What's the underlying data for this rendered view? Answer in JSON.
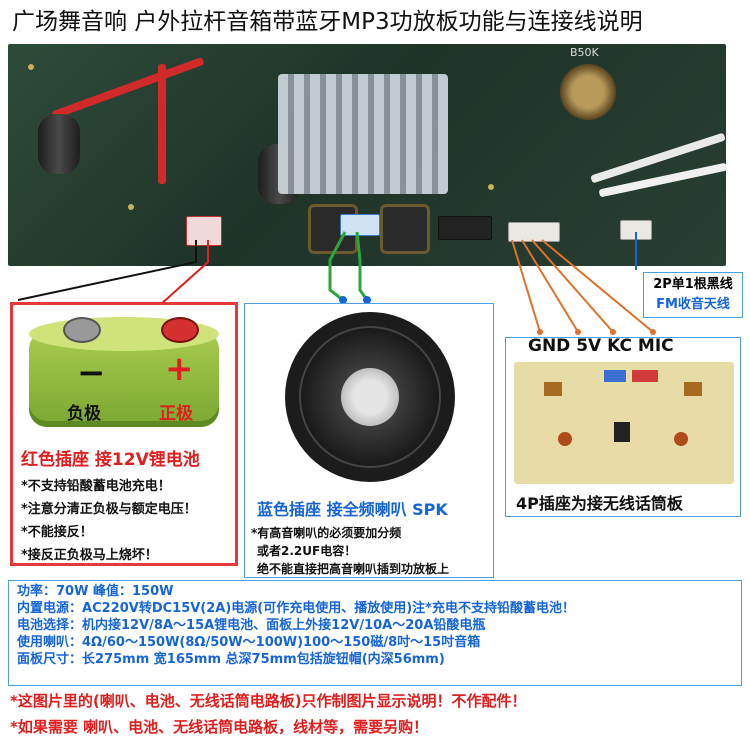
{
  "title": "广场舞音响 户外拉杆音箱带蓝牙MP3功放板功能与连接线说明",
  "board": {
    "knob_label": "B50K"
  },
  "fm": {
    "line1": "2P单1根黑线",
    "line2": "FM收音天线"
  },
  "battery": {
    "minus": "−",
    "plus": "+",
    "neg_label": "负极",
    "pos_label": "正极",
    "title": "红色插座 接12V锂电池",
    "notes": [
      "*不支持铅酸蓄电池充电！",
      "*注意分清正负极与额定电压！",
      "*不能接反！",
      "*接反正负极马上烧坏！"
    ]
  },
  "speaker": {
    "title": "蓝色插座 接全频喇叭 SPK",
    "notes": [
      "*有高音喇叭的必须要加分频",
      "或者2.2UF电容！",
      "绝不能直接把高音喇叭插到功放板上"
    ]
  },
  "mic": {
    "pins": "GND 5V KC MIC",
    "title": "4P插座为接无线话筒板"
  },
  "specs": [
    {
      "k": "功率：",
      "v": "70W  峰值：150W"
    },
    {
      "k": "内置电源：",
      "v": "AC220V转DC15V(2A)电源(可作充电使用、播放使用)注*充电不支持铅酸蓄电池！"
    },
    {
      "k": "电池选择：",
      "v": "机内接12V/8A～15A锂电池、面板上外接12V/10A～20A铅酸电瓶"
    },
    {
      "k": "使用喇叭：",
      "v": "4Ω/60～150W(8Ω/50W～100W)100～150磁/8吋～15吋音箱"
    },
    {
      "k": "面板尺寸：",
      "v": "长275mm 宽165mm 总深75mm包括旋钮帽(内深56mm)"
    }
  ],
  "bottom_notes": [
    "*这图片里的(喇叭、电池、无线话筒电路板)只作制图片显示说明！不作配件！",
    "*如果需要 喇叭、电池、无线话筒电路板，线材等，需要另购！"
  ],
  "colors": {
    "red": "#e01e1e",
    "blue": "#1665d8",
    "box_border": "#4aa0e6",
    "battery_green": "#8cbd3c",
    "pcb_green": "#2e4b3a"
  }
}
